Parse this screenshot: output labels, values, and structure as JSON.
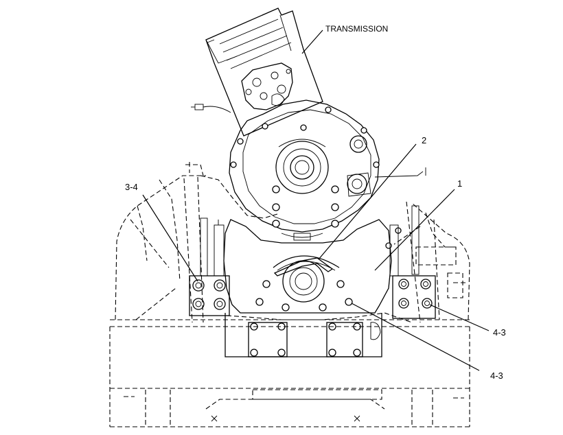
{
  "callouts": {
    "transmission": "TRANSMISSION",
    "c2": "2",
    "c1": "1",
    "c34": "3-4",
    "c43a": "4-3",
    "c43b": "4-3"
  },
  "colors": {
    "line": "#000000",
    "background": "#ffffff"
  }
}
